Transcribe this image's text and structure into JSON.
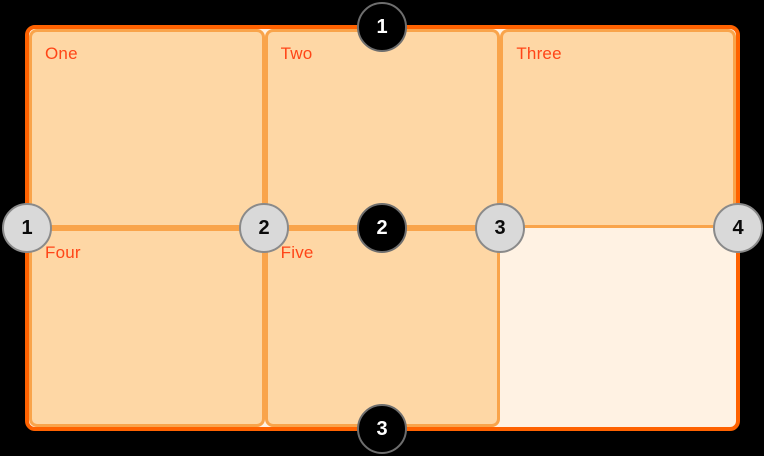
{
  "diagram": {
    "description": "grid-line-numbering-diagram",
    "colors": {
      "page_background": "#000000",
      "container_border": "#ff6200",
      "container_background": "#fff2e3",
      "cell_fill": "#fed7a5",
      "cell_border": "#f9a44b",
      "label_text": "#ff4517",
      "column_marker_fill": "#d9d9d9",
      "column_marker_ring": "#8a8a8a",
      "row_marker_fill": "#000000",
      "row_marker_text": "#ffffff"
    },
    "cells": [
      {
        "label": "One"
      },
      {
        "label": "Two"
      },
      {
        "label": "Three"
      },
      {
        "label": "Four"
      },
      {
        "label": "Five"
      },
      {
        "label": ""
      }
    ],
    "column_markers": [
      {
        "number": "1"
      },
      {
        "number": "2"
      },
      {
        "number": "3"
      },
      {
        "number": "4"
      }
    ],
    "row_markers": [
      {
        "number": "1"
      },
      {
        "number": "2"
      },
      {
        "number": "3"
      }
    ]
  }
}
